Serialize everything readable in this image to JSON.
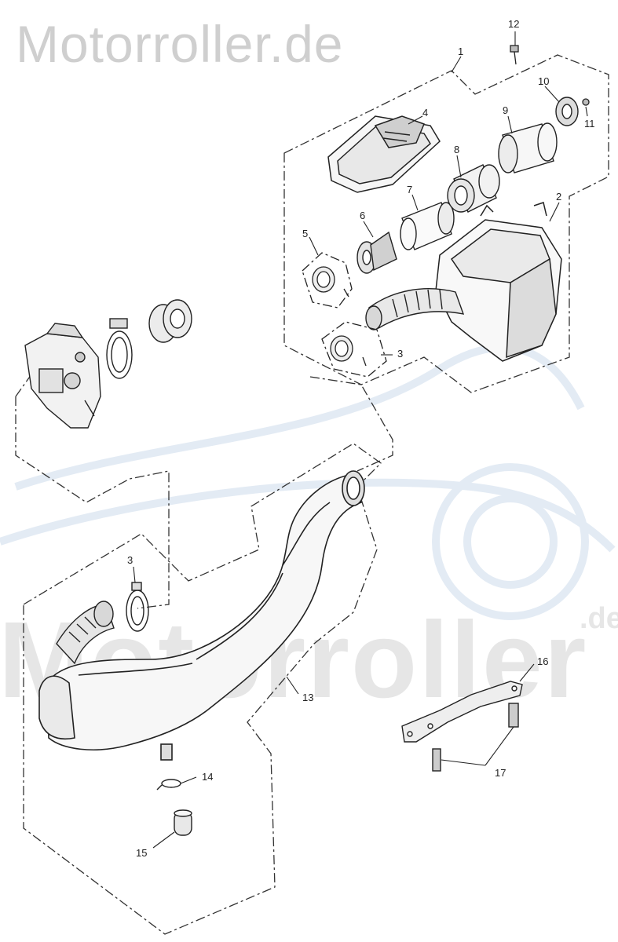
{
  "watermark": {
    "top": "Motorroller.de",
    "middle": "Motorroller",
    "middle_suffix": ".de"
  },
  "callouts": {
    "p1": "1",
    "p2": "2",
    "p3a": "3",
    "p3b": "3",
    "p4": "4",
    "p5": "5",
    "p6": "6",
    "p7": "7",
    "p8": "8",
    "p9": "9",
    "p10": "10",
    "p11": "11",
    "p12": "12",
    "p13": "13",
    "p14": "14",
    "p15": "15",
    "p16": "16",
    "p17": "17"
  },
  "colors": {
    "line": "#222222",
    "watermark": "#d0d0d0",
    "watermark_swoosh": "#e3ebf4"
  }
}
